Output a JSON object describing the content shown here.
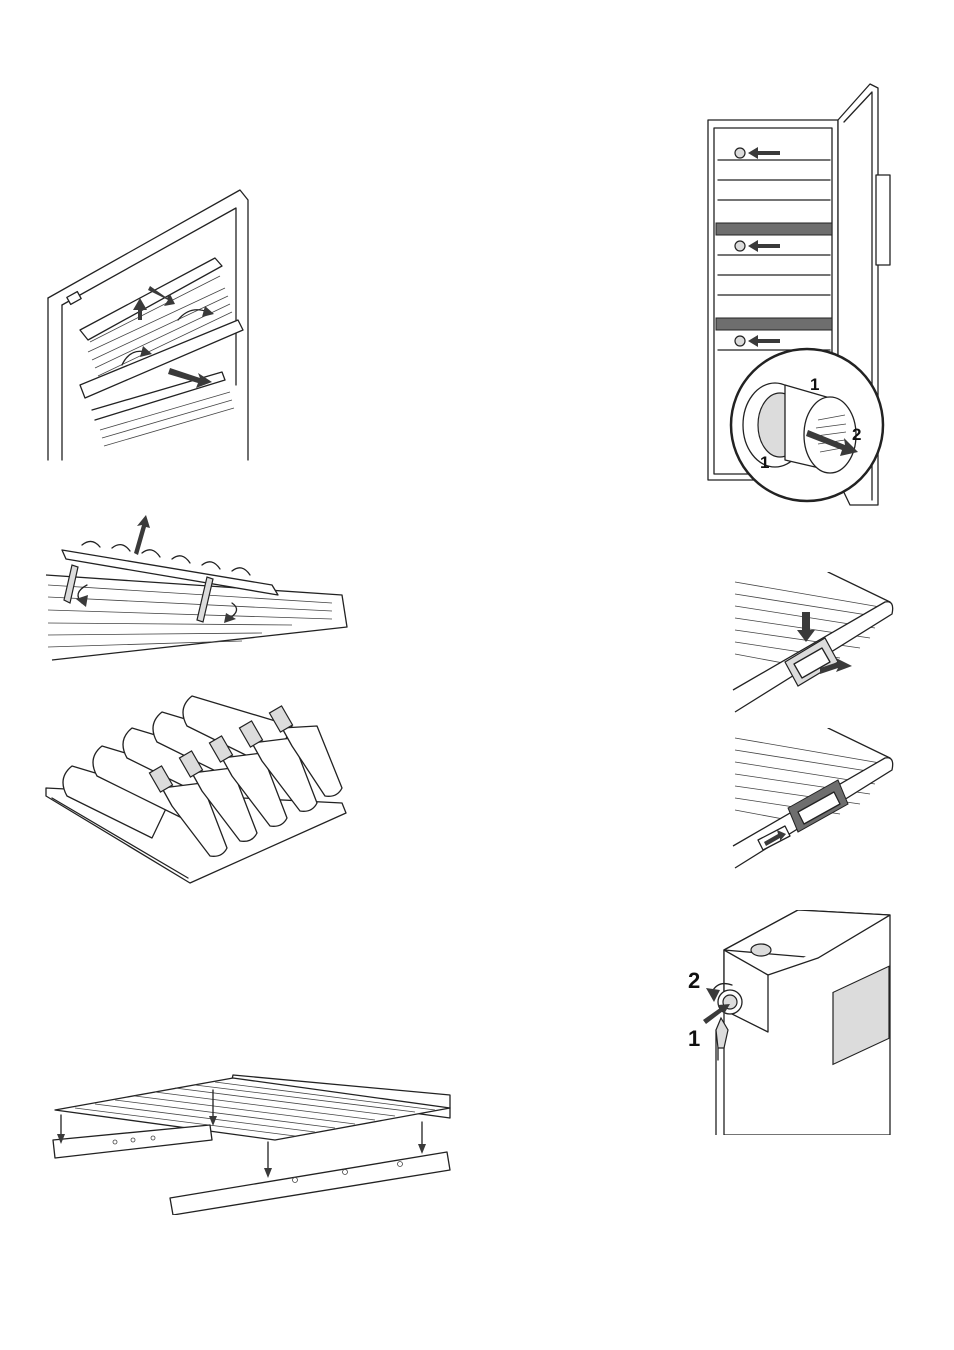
{
  "figures": {
    "cabinet_callout": {
      "label_top": "1",
      "label_bottom": "1",
      "label_side": "2"
    },
    "lock": {
      "label_upper": "2",
      "label_lower": "1"
    }
  },
  "colors": {
    "line": "#222222",
    "arrow": "#3a3a3a",
    "panel_gray": "#6e6e6e",
    "light_gray": "#dcdcdc"
  }
}
